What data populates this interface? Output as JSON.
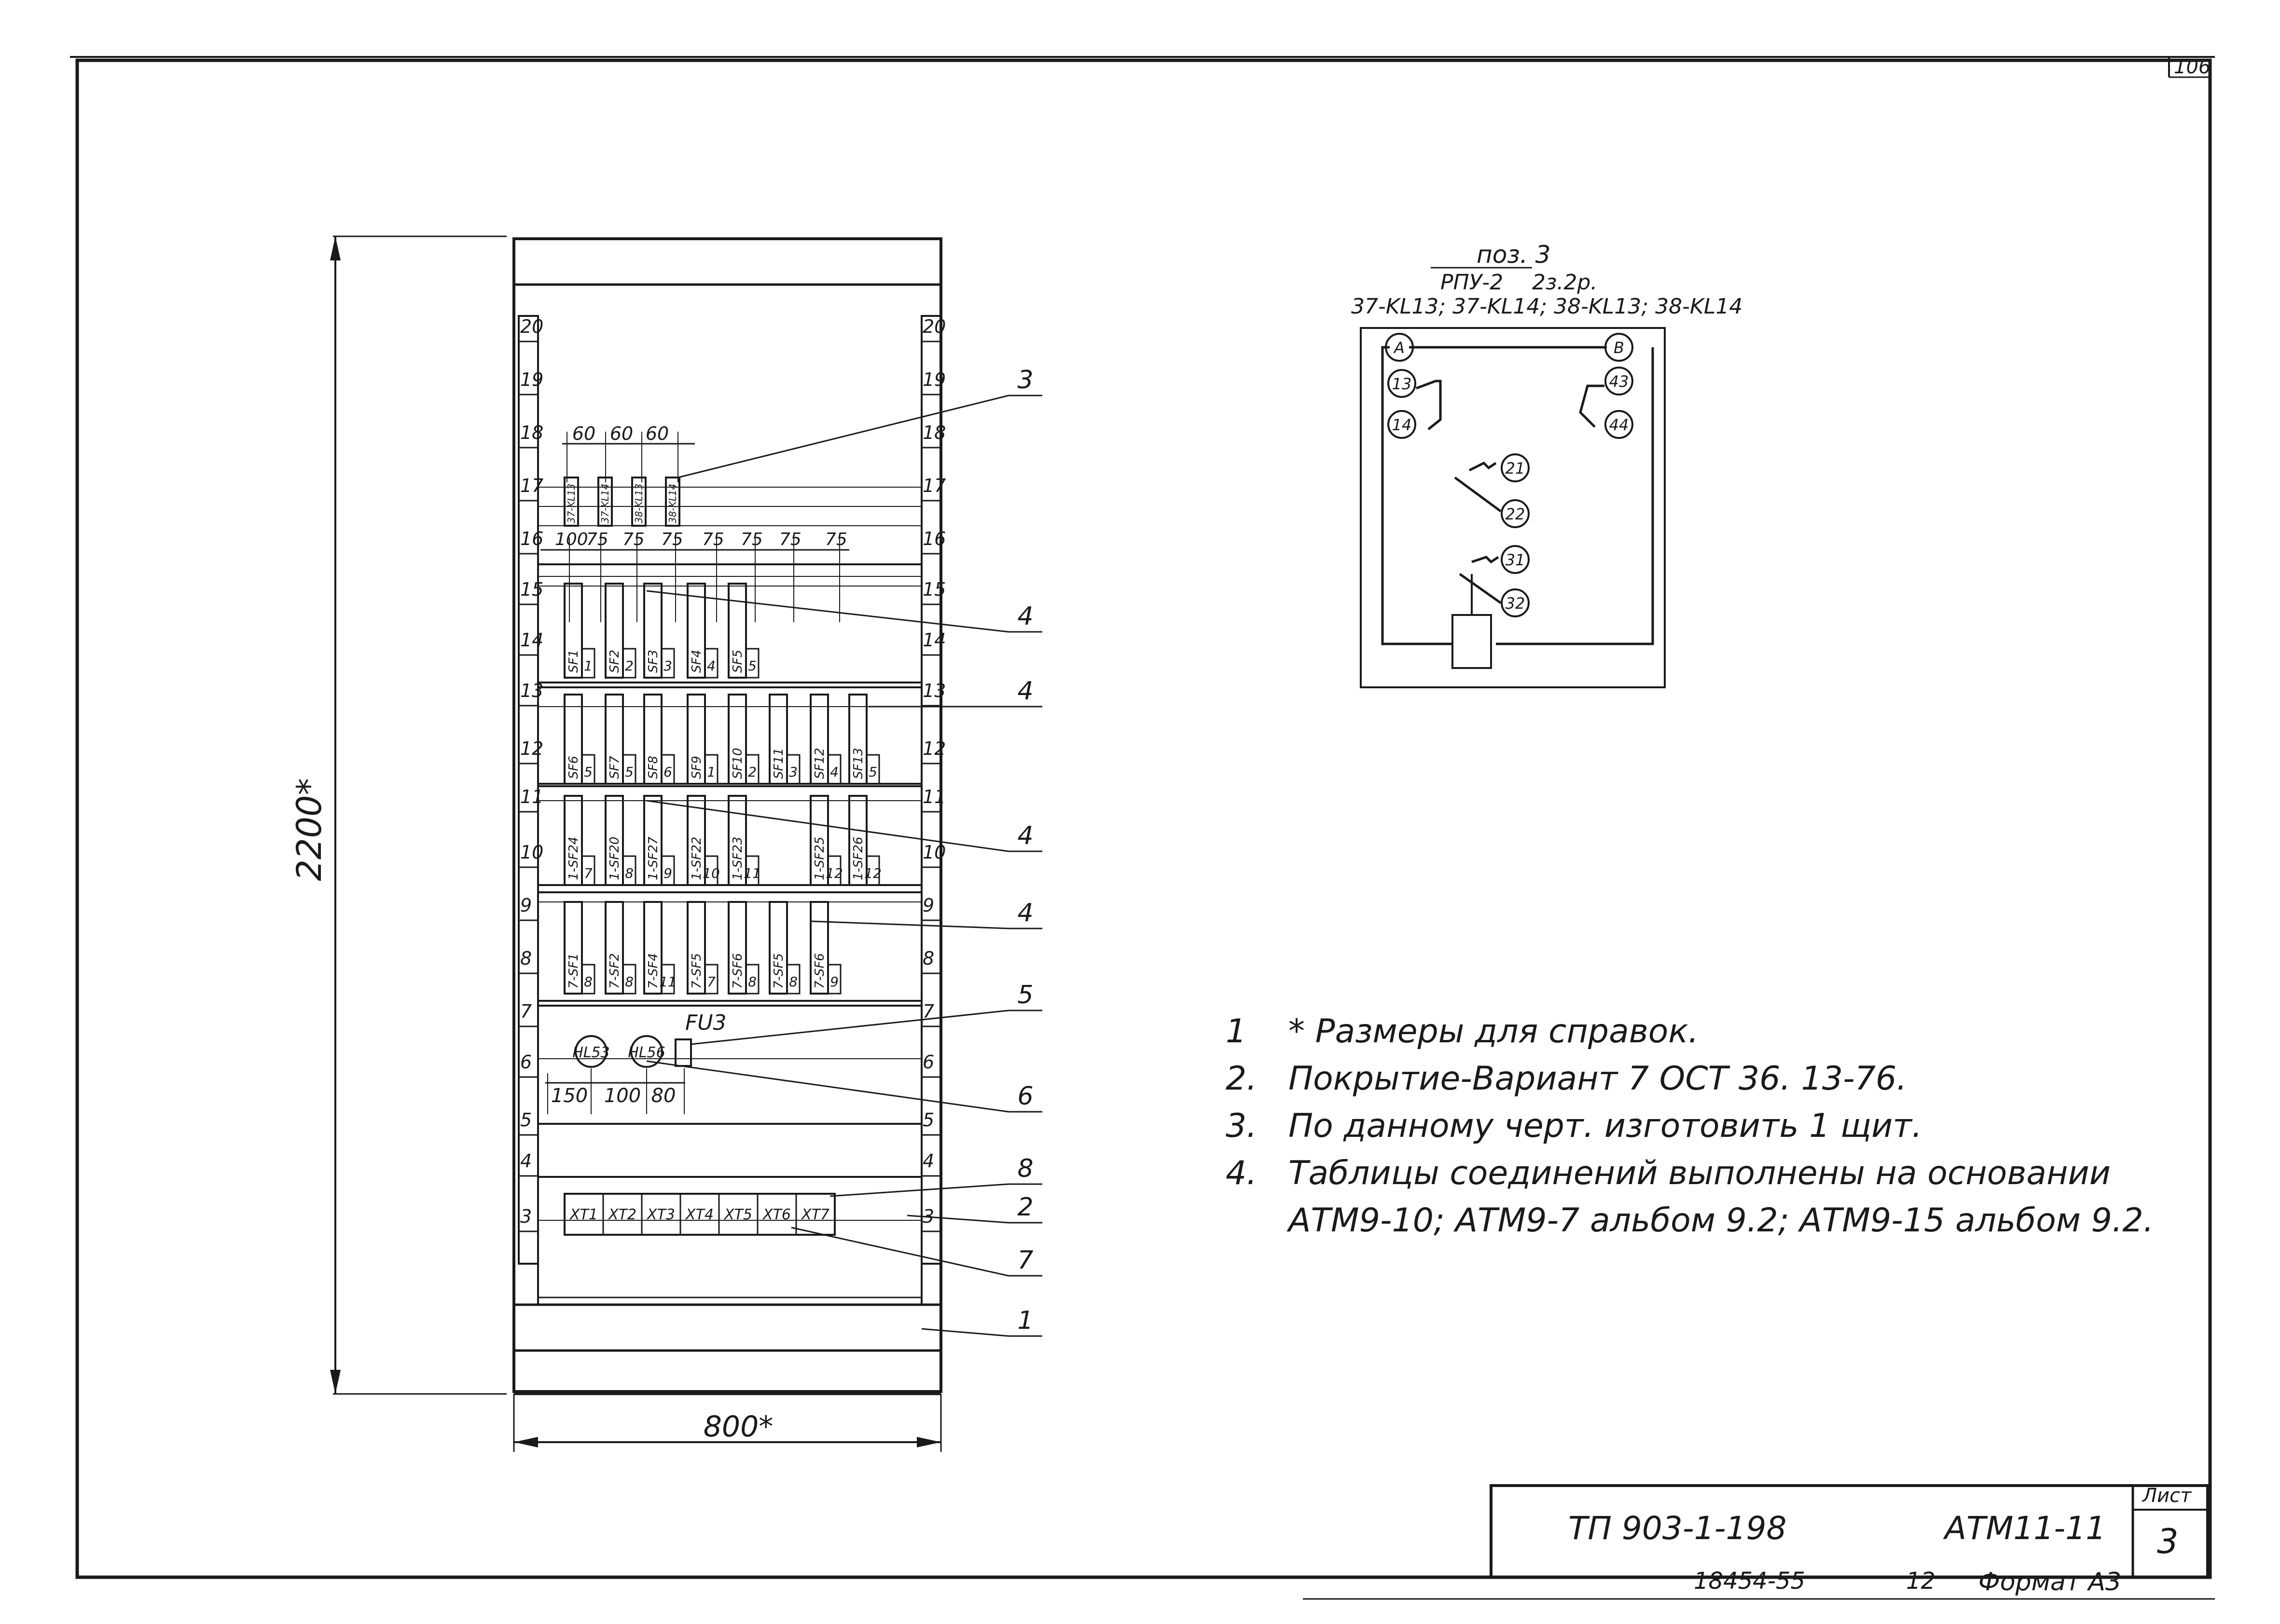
{
  "sheet_corner_number": "106",
  "cabinet": {
    "height_dimension": "2200*",
    "width_dimension": "800*",
    "rail_numbers": [
      "3",
      "4",
      "5",
      "6",
      "7",
      "8",
      "9",
      "10",
      "11",
      "12",
      "13",
      "14",
      "15",
      "16",
      "17",
      "18",
      "19",
      "20"
    ],
    "row1_spacing": [
      "60",
      "60",
      "60"
    ],
    "row2_spacing": [
      "100",
      "75",
      "75",
      "75",
      "75",
      "75",
      "75",
      "75"
    ],
    "bottom_spacing": [
      "150",
      "100",
      "80"
    ],
    "relays_row": [
      "37-KL13",
      "37-KL14",
      "38-KL13",
      "38-KL14"
    ],
    "breakers_row_a": [
      "SF1",
      "SF2",
      "SF3",
      "SF4",
      "SF5"
    ],
    "breakers_row_a_tags": [
      "1",
      "2",
      "3",
      "4",
      "5"
    ],
    "breakers_row_b": [
      "SF6",
      "SF7",
      "SF8",
      "SF9",
      "SF10",
      "SF11",
      "SF12",
      "SF13"
    ],
    "breakers_row_b_tags": [
      "5",
      "5",
      "6",
      "1",
      "2",
      "3",
      "4",
      "5"
    ],
    "breakers_row_c": [
      "1-SF24",
      "1-SF20",
      "1-SF27",
      "1-SF22",
      "1-SF23",
      "1-SF25",
      "1-SF26"
    ],
    "breakers_row_c_tags": [
      "7",
      "8",
      "9",
      "10",
      "11",
      "12",
      "12"
    ],
    "breakers_row_d": [
      "7-SF1",
      "7-SF2",
      "7-SF4",
      "7-SF5",
      "7-SF6",
      "7-SF5",
      "7-SF6"
    ],
    "breakers_row_d_tags": [
      "8",
      "8",
      "11",
      "7",
      "8",
      "8",
      "9"
    ],
    "lamps": [
      "HL53",
      "HL56"
    ],
    "fuse_label": "FU3",
    "terminal_blocks": [
      "XT1",
      "XT2",
      "XT3",
      "XT4",
      "XT5",
      "XT6",
      "XT7"
    ],
    "callouts": [
      "3",
      "4",
      "4",
      "4",
      "4",
      "5",
      "6",
      "8",
      "2",
      "7",
      "1"
    ]
  },
  "detail": {
    "pos_label": "поз. 3",
    "device_type": "РПУ-2",
    "device_suffix": "2з.2р.",
    "designations": "37-KL13; 37-KL14; 38-KL13; 38-KL14",
    "terminals": [
      "A",
      "B",
      "13",
      "14",
      "43",
      "44",
      "21",
      "22",
      "31",
      "32"
    ]
  },
  "notes": [
    {
      "num": "1",
      "text": "* Размеры для справок."
    },
    {
      "num": "2.",
      "text": "Покрытие-Вариант 7 ОСТ 36. 13-76."
    },
    {
      "num": "3.",
      "text": "По данному черт. изготовить 1 щит."
    },
    {
      "num": "4.",
      "text": "Таблицы соединений выполнены на основании"
    },
    {
      "num": "",
      "text": "АТМ9-10; АТМ9-7 альбом 9.2; АТМ9-15 альбом 9.2."
    }
  ],
  "title_block": {
    "project": "ТП 903-1-198",
    "drawing": "АТМ11-11",
    "sheet_label": "Лист",
    "sheet_number": "3",
    "inventory": "18454-55",
    "copy_number": "12",
    "format": "Формат А3"
  }
}
